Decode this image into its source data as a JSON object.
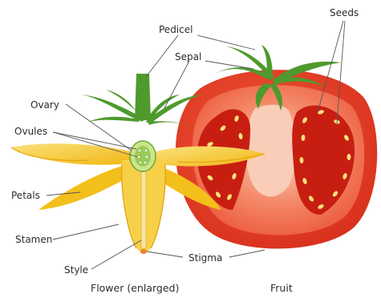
{
  "labels": {
    "pedicel": "Pedicel",
    "sepal": "Sepal",
    "seeds": "Seeds",
    "ovary": "Ovary",
    "ovules": "Ovules",
    "petals": "Petals",
    "stamen": "Stamen",
    "style": "Style",
    "stigma": "Stigma"
  },
  "captions": {
    "flower": "Flower (enlarged)",
    "fruit": "Fruit"
  },
  "colors": {
    "tomato_skin": "#e83a22",
    "tomato_flesh": "#f06a4a",
    "tomato_core": "#f7c3b0",
    "locule": "#c91f14",
    "seed": "#f6e27a",
    "stem_green": "#4f9a2c",
    "petal_yellow": "#f5c31a",
    "petal_light": "#fae27c",
    "leader_line": "#555555"
  }
}
